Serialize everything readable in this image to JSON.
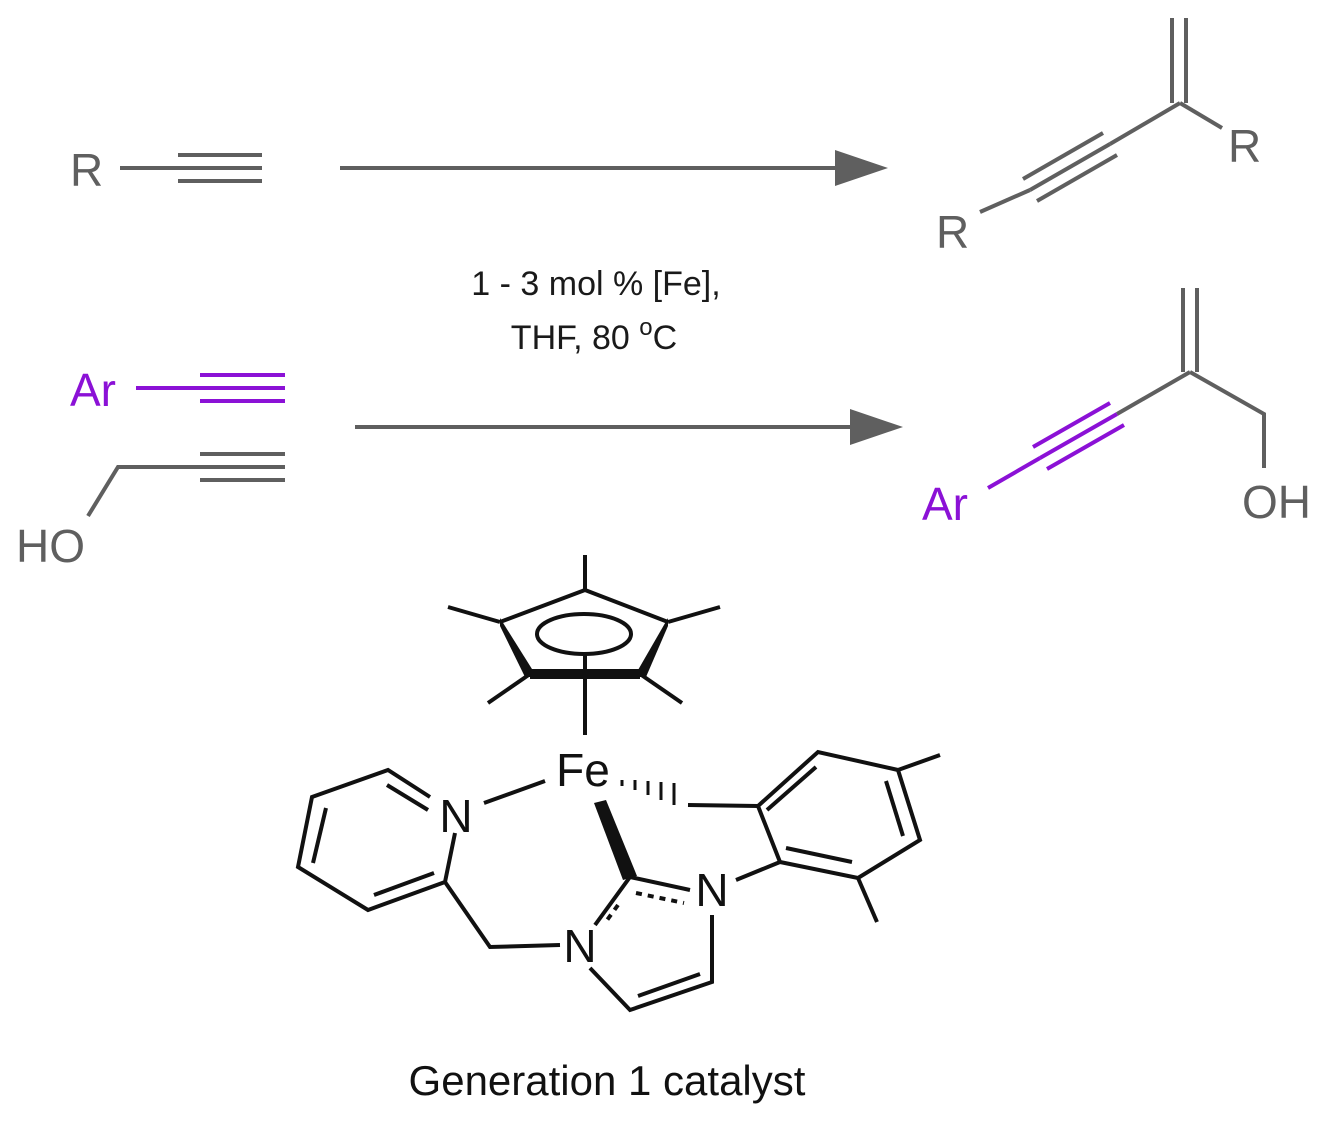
{
  "reaction1": {
    "reactant_substituent": "R",
    "product_substituent_1": "R",
    "product_substituent_2": "R"
  },
  "reaction2": {
    "reactant1_substituent": "Ar",
    "reactant2_group": "HO",
    "product_aryl": "Ar",
    "product_hydroxyl": "OH"
  },
  "conditions": {
    "line1": "1 - 3 mol % [Fe],",
    "line2_prefix": "THF, 80 ",
    "line2_superscript": "o",
    "line2_suffix": "C"
  },
  "catalyst": {
    "metal": "Fe",
    "pyridine_n": "N",
    "imidazole_n1": "N",
    "imidazole_n3": "N",
    "caption": "Generation 1 catalyst"
  },
  "colors": {
    "gray": "#5f5f5f",
    "purple": "#8b11d6",
    "black": "#111111"
  }
}
